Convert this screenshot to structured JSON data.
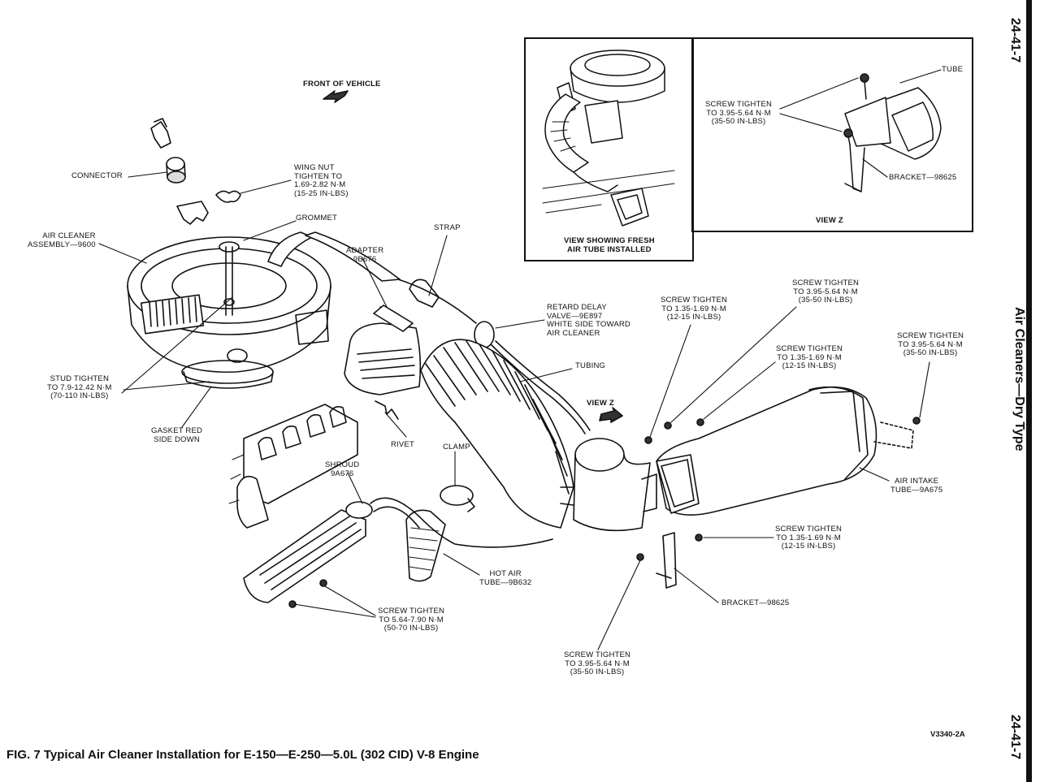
{
  "page": {
    "page_number_top": "24-41-7",
    "page_number_bottom": "24-41-7",
    "section_title": "Air Cleaners—Dry Type",
    "figure_code": "V3340-2A",
    "caption": "FIG. 7  Typical Air Cleaner Installation for E-150—E-250—5.0L (302 CID) V-8 Engine"
  },
  "labels": {
    "front_of_vehicle": "FRONT OF VEHICLE",
    "connector": "CONNECTOR",
    "wing_nut": [
      "WING NUT",
      "TIGHTEN TO",
      "1.69-2.82 N·m",
      "(15-25 IN-LBS)"
    ],
    "grommet": "GROMMET",
    "air_cleaner": [
      "AIR CLEANER",
      "ASSEMBLY—9600"
    ],
    "adapter": [
      "ADAPTER",
      "9B676"
    ],
    "strap": "STRAP",
    "retard_delay": [
      "RETARD DELAY",
      "VALVE—9E897",
      "WHITE SIDE TOWARD",
      "AIR CLEANER"
    ],
    "tubing": "TUBING",
    "stud": [
      "STUD TIGHTEN",
      "TO 7.9-12.42 N·m",
      "(70-110 IN-LBS)"
    ],
    "gasket": [
      "GASKET RED",
      "SIDE DOWN"
    ],
    "rivet": "RIVET",
    "clamp": "CLAMP",
    "shroud": [
      "SHROUD",
      "9A676"
    ],
    "hot_air_tube": [
      "HOT AIR",
      "TUBE—9B632"
    ],
    "screw_bottom_left": [
      "SCREW TIGHTEN",
      "TO 5.64-7.90 N·m",
      "(50-70 IN-LBS)"
    ],
    "view_z_arrow": "VIEW Z",
    "screw_mid_1": [
      "SCREW TIGHTEN",
      "TO 1.35-1.69 N·m",
      "(12-15 IN-LBS)"
    ],
    "screw_mid_2": [
      "SCREW TIGHTEN",
      "TO 3.95-5.64 N·m",
      "(35-50 IN-LBS)"
    ],
    "screw_mid_3": [
      "SCREW TIGHTEN",
      "TO 1.35-1.69 N·m",
      "(12-15 IN-LBS)"
    ],
    "screw_right": [
      "SCREW TIGHTEN",
      "TO 3.95-5.64 N·m",
      "(35-50 IN-LBS)"
    ],
    "air_intake": [
      "AIR INTAKE",
      "TUBE—9A675"
    ],
    "screw_lower_right": [
      "SCREW TIGHTEN",
      "TO 1.35-1.69 N·m",
      "(12-15 IN-LBS)"
    ],
    "bracket_lower": "BRACKET—98625",
    "screw_bottom_center": [
      "SCREW TIGHTEN",
      "TO 3.95-5.64 N·m",
      "(35-50 IN-LBS)"
    ]
  },
  "inset_left": {
    "caption": [
      "VIEW SHOWING FRESH",
      "AIR TUBE INSTALLED"
    ]
  },
  "inset_right": {
    "tube": "TUBE",
    "screw": [
      "SCREW TIGHTEN",
      "TO 3.95-5.64 N·m",
      "(35-50 IN-LBS)"
    ],
    "bracket": "BRACKET—98625",
    "view": "VIEW Z"
  }
}
